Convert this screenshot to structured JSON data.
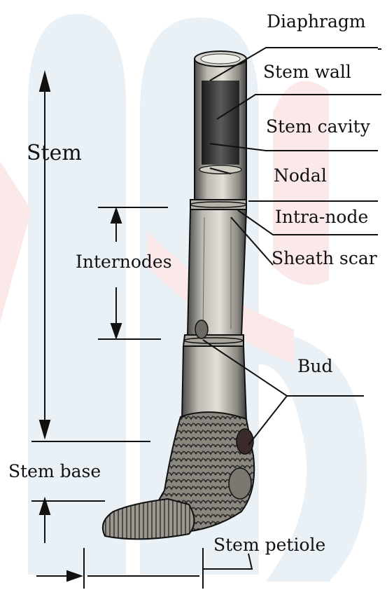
{
  "labels": {
    "diaphragm": "Diaphragm",
    "stem_wall": "Stem wall",
    "stem_cavity": "Stem cavity",
    "nodal": "Nodal",
    "intra_node": "Intra-node",
    "sheath_scar": "Sheath scar",
    "stem": "Stem",
    "internodes": "Internodes",
    "bud": "Bud",
    "stem_base": "Stem base",
    "stem_petiole": "Stem petiole"
  },
  "colors": {
    "ink": "#111111",
    "watermark_blue": "#e9f0f6",
    "watermark_pink": "#fbe9ea",
    "stem_light": "#c9c6bd",
    "stem_dark": "#3a3a3a"
  }
}
